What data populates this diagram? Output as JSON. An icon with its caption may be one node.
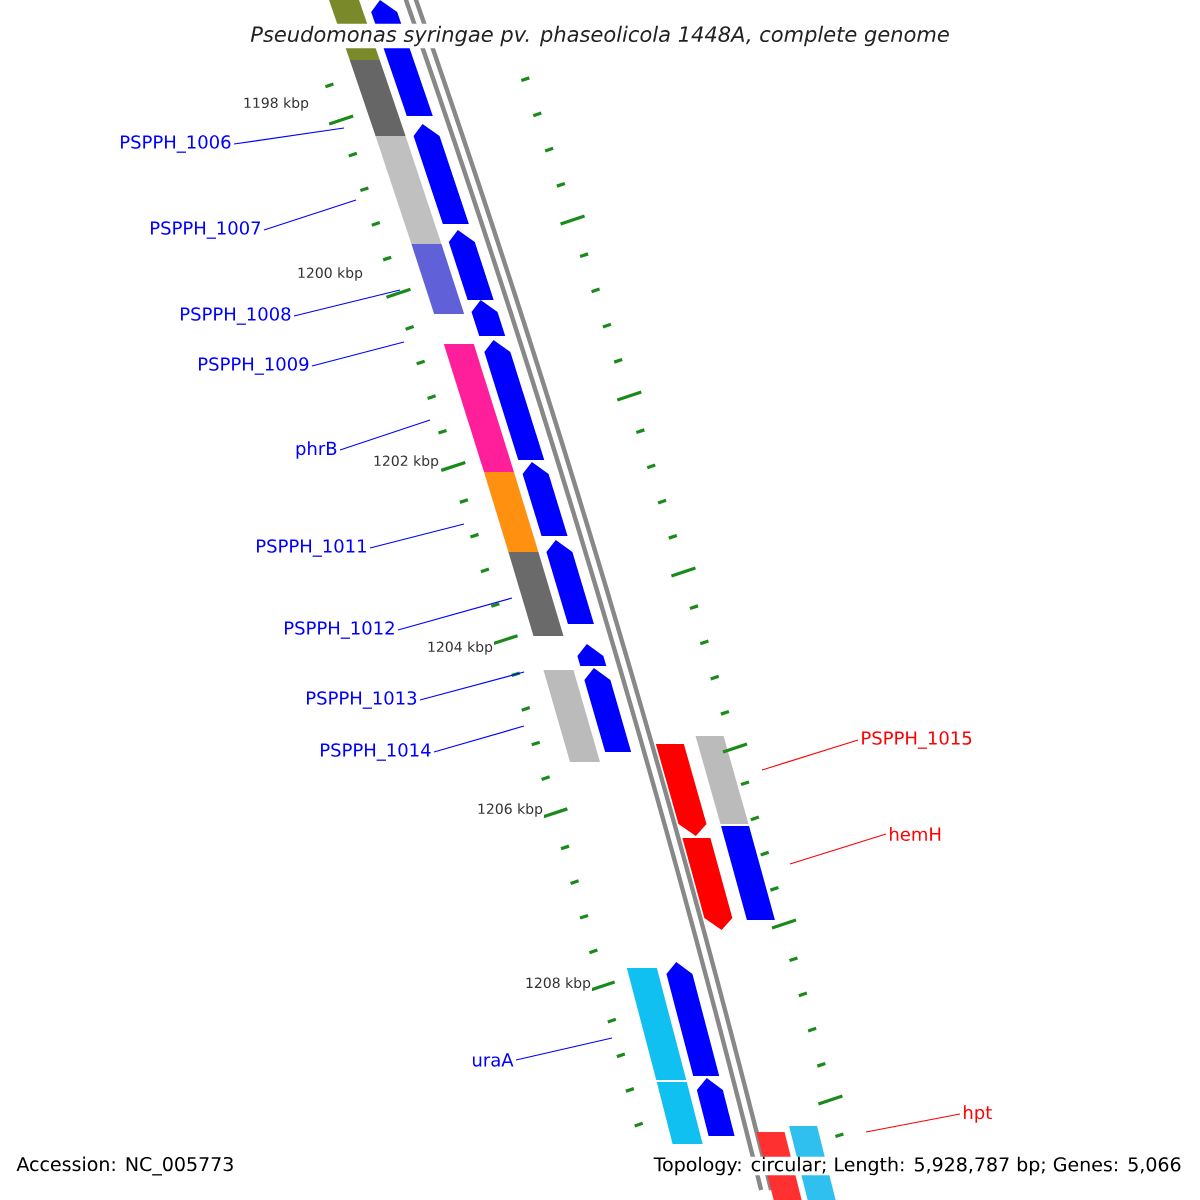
{
  "diagram": {
    "title": "*Pseudomonas syringae* pv. *phaseolicola* 1448A, complete genome",
    "nodes": [
      {
        "text": [
          "PSPPH_1006"
        ]
      },
      {
        "text": [
          "PSPPH_1007"
        ]
      },
      {
        "text": [
          "PSPPH_1008"
        ]
      },
      {
        "text": [
          "PSPPH_1009"
        ]
      },
      {
        "text": [
          "phrB"
        ]
      },
      {
        "text": [
          "PSPPH_1011"
        ]
      },
      {
        "text": [
          "PSPPH_1012"
        ]
      },
      {
        "text": [
          "PSPPH_1013"
        ]
      },
      {
        "text": [
          "PSPPH_1015"
        ]
      },
      {
        "text": [
          "PSPPH_1014"
        ]
      },
      {
        "text": [
          "hemH"
        ]
      },
      {
        "text": [
          "uraA"
        ]
      },
      {
        "text": [
          "hpt"
        ]
      }
    ],
    "edges": [
      {
        "from": 0,
        "to": null,
        "arrow": "none"
      },
      {
        "from": 1,
        "to": null,
        "arrow": "none"
      },
      {
        "from": 2,
        "to": null,
        "arrow": "none"
      },
      {
        "from": 3,
        "to": null,
        "arrow": "none"
      },
      {
        "from": 4,
        "to": null,
        "arrow": "none"
      },
      {
        "from": 5,
        "to": null,
        "arrow": "none"
      },
      {
        "from": 6,
        "to": null,
        "arrow": "none"
      },
      {
        "from": 7,
        "to": null,
        "arrow": "none"
      },
      {
        "from": 8,
        "to": null,
        "arrow": "none",
        "color": "#ff0000"
      },
      {
        "from": 9,
        "to": null,
        "arrow": "none"
      },
      {
        "from": 10,
        "to": null,
        "arrow": "none",
        "color": "#ff0000"
      },
      {
        "from": 11,
        "to": null,
        "arrow": "none"
      },
      {
        "from": 12,
        "to": null,
        "arrow": "none",
        "color": "#ff0000"
      }
    ],
    "labels": [
      "1198 kbp",
      "1200 kbp",
      "1202 kbp",
      "1204 kbp",
      "1206 kbp",
      "1208 kbp",
      "Accession: NC_005773",
      "Topology: circular; Length: 5,928,787 bp; Genes: 5,066"
    ]
  }
}
